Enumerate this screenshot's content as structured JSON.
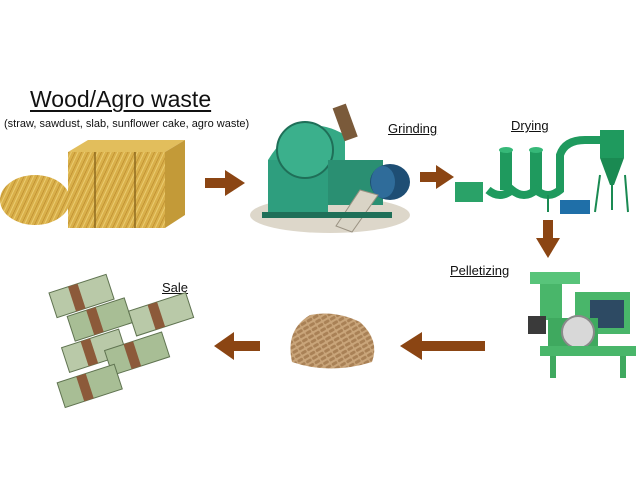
{
  "source": {
    "title": "Wood/Agro waste",
    "subtitle": "(straw, sawdust, slab, sunflower cake, agro waste)"
  },
  "steps": {
    "grinding": "Grinding",
    "drying": "Drying",
    "pelletizing": "Pelletizing",
    "sale": "Sale"
  },
  "colors": {
    "arrow": "#8B4513",
    "machine_green": "#2E9E7E",
    "dryer_green": "#1F9A5E",
    "pelletizer_green": "#49B66A",
    "straw": "#D4A93C",
    "pellet": "#B38B5D",
    "cash": "#9FB58C"
  },
  "icons": [
    "straw-bale-icon",
    "wood-chipper-icon",
    "dryer-icon",
    "pellet-mill-icon",
    "pellets-icon",
    "money-stack-icon"
  ]
}
